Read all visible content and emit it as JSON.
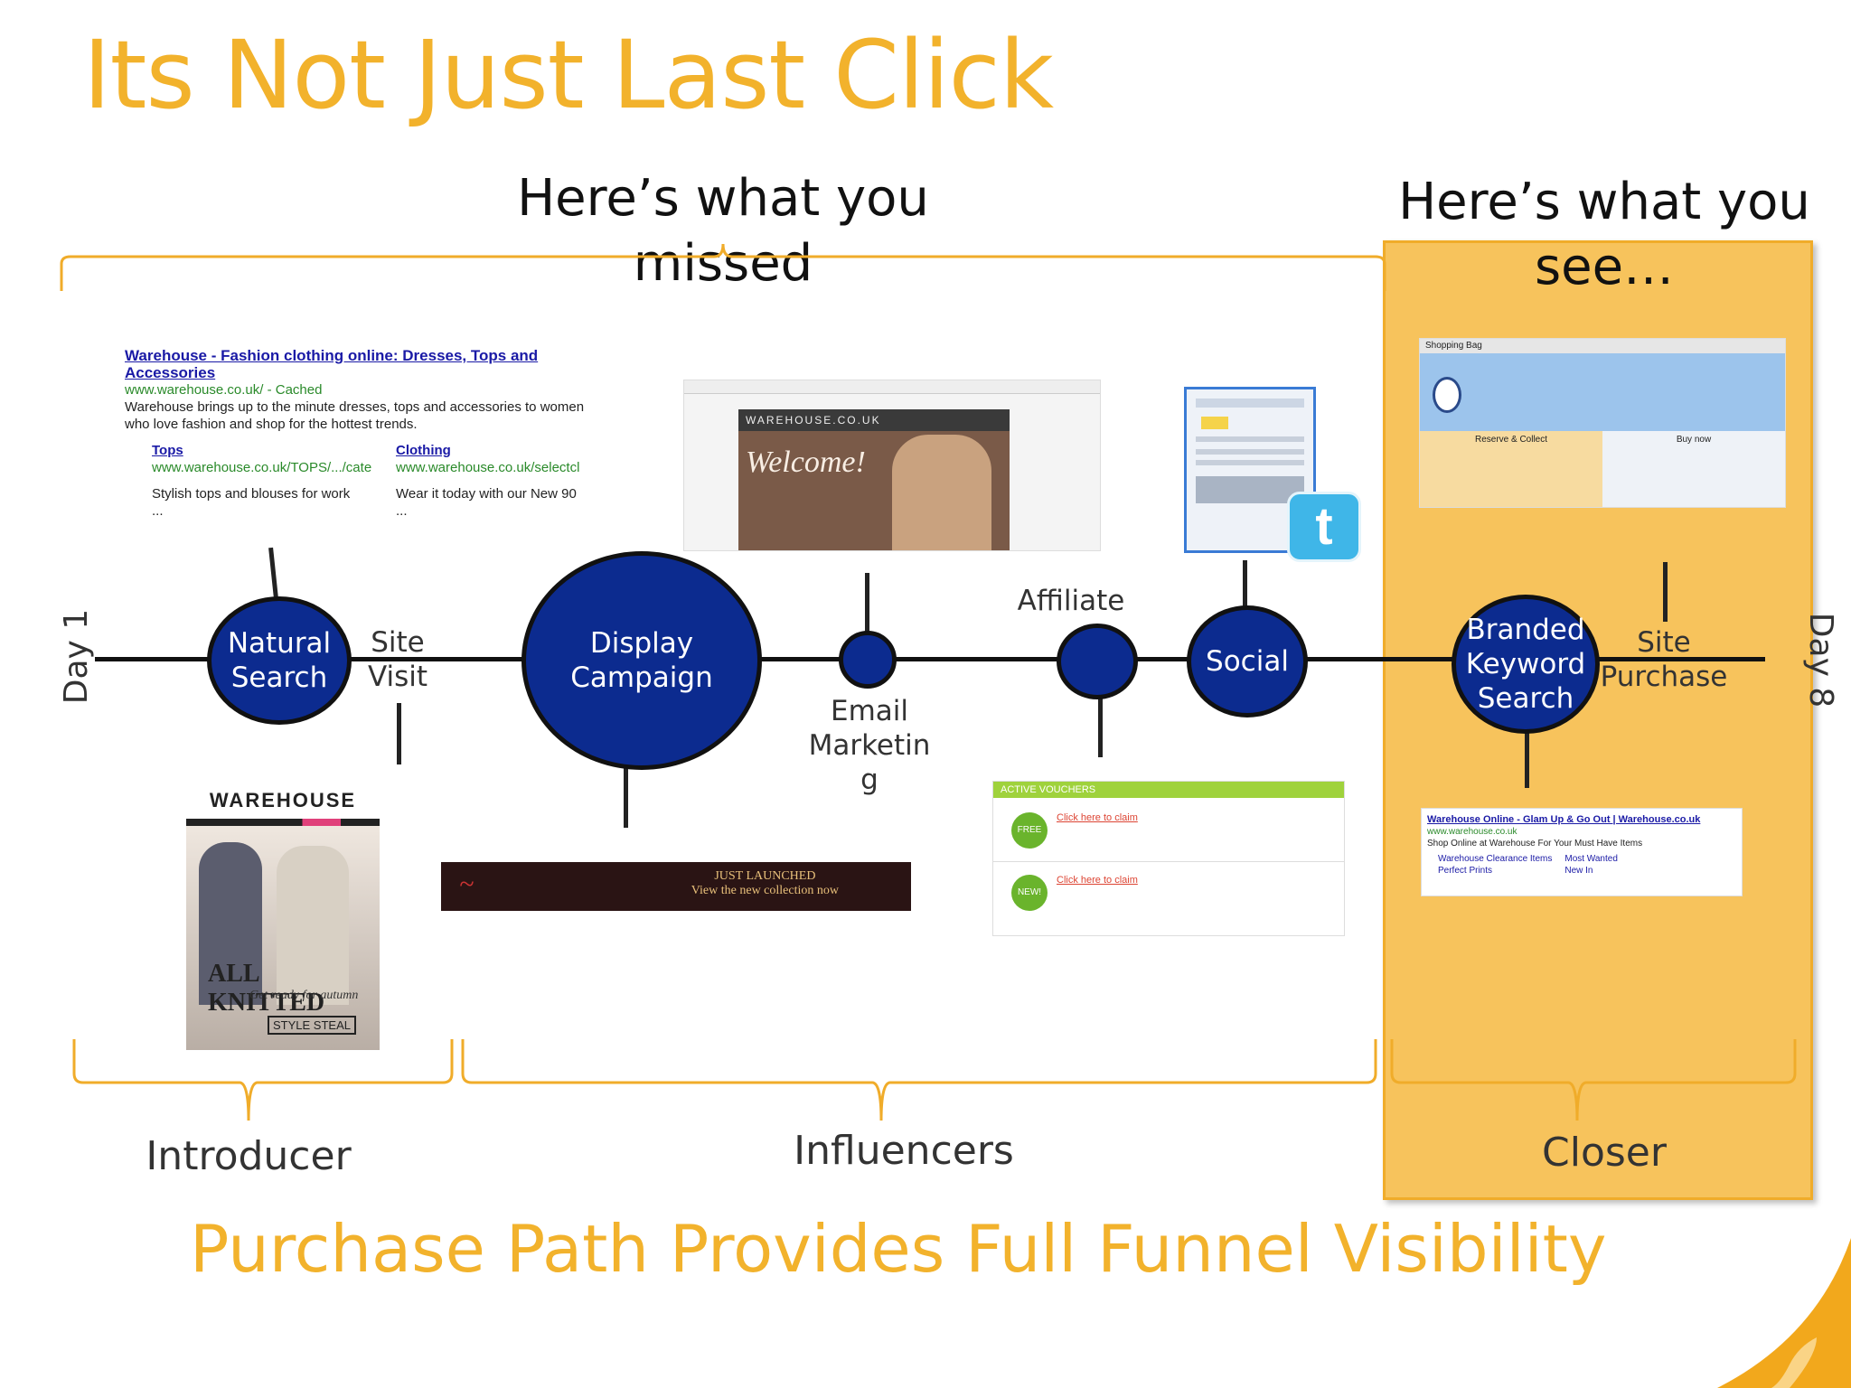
{
  "title": "Its Not Just Last Click",
  "missed_heading": "Here’s what you missed",
  "see_heading": "Here’s what you see…",
  "day_start": "Day 1",
  "day_end": "Day 8",
  "nodes": {
    "natural_search": "Natural Search",
    "display_campaign": "Display Campaign",
    "social": "Social",
    "branded_keyword": "Branded Keyword Search"
  },
  "labels": {
    "site_visit": "Site Visit",
    "email_marketing": "Email Marketin g",
    "affiliate": "Affiliate",
    "site_purchase": "Site Purchase"
  },
  "groups": {
    "introducer": "Introducer",
    "influencers": "Influencers",
    "closer": "Closer"
  },
  "subtitle": "Purchase Path Provides Full Funnel Visibility",
  "search_result": {
    "title": "Warehouse - Fashion clothing online: Dresses, Tops and Accessories",
    "url": "www.warehouse.co.uk/ - Cached",
    "snippet": "Warehouse brings up to the minute dresses, tops and accessories to women who love fashion and shop for the hottest trends.",
    "sub1_title": "Tops",
    "sub1_url": "www.warehouse.co.uk/TOPS/.../cate",
    "sub1_text": "Stylish tops and blouses for work ...",
    "sub2_title": "Clothing",
    "sub2_url": "www.warehouse.co.uk/selectcl",
    "sub2_text": "Wear it today with our New 90 ..."
  },
  "email_thumb": {
    "brand": "WAREHOUSE.CO.UK",
    "headline": "Welcome!"
  },
  "warehouse_thumb": {
    "brand": "WAREHOUSE",
    "headline": "ALL KNITTED",
    "sub": "Get ready for autumn",
    "tag": "STYLE STEAL"
  },
  "banner_thumb": {
    "line1": "JUST LAUNCHED",
    "line2": "View the new collection now"
  },
  "voucher_thumb": {
    "header": "ACTIVE VOUCHERS",
    "badge1": "FREE",
    "badge2": "NEW!",
    "link1": "Click here to claim",
    "link2": "Click here to claim"
  },
  "cart_thumb": {
    "tab": "Shopping Bag",
    "reserve": "Reserve & Collect",
    "buy": "Buy now"
  },
  "paid_ad": {
    "title": "Warehouse Online - Glam Up & Go Out | Warehouse.co.uk",
    "url": "www.warehouse.co.uk",
    "text": "Shop Online at Warehouse For Your Must Have Items",
    "link1": "Warehouse Clearance Items",
    "link2": "Most Wanted",
    "link3": "Perfect Prints",
    "link4": "New In"
  },
  "colors": {
    "accent": "#f2b22c",
    "node": "#0c2b8f",
    "panel": "#f7c35c"
  }
}
